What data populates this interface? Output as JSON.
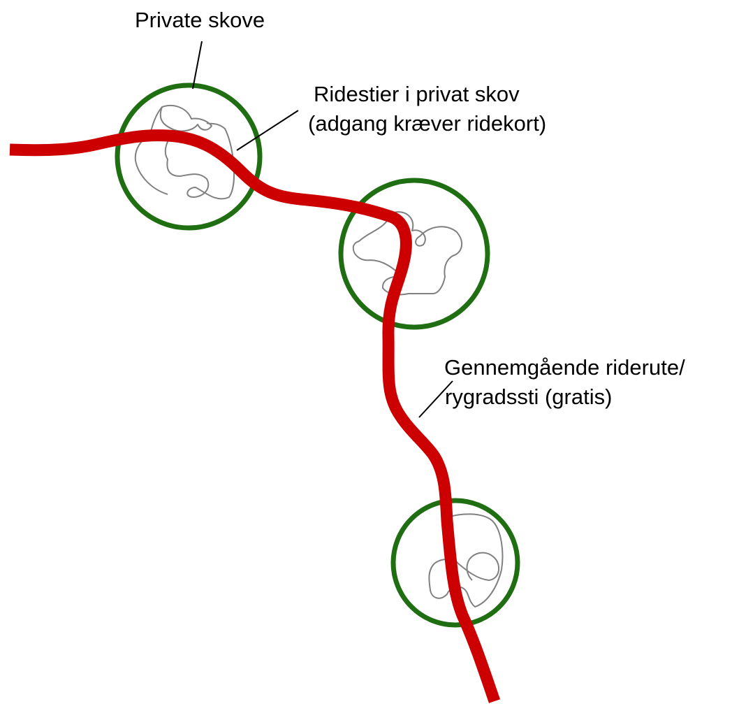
{
  "labels": {
    "private_forests": "Private skove",
    "forest_trails_line1": "Ridestier i privat skov",
    "forest_trails_line2": "(adgang kræver ridekort)",
    "through_route_line1": "Gennemgående riderute/",
    "through_route_line2": "rygradssti (gratis)"
  },
  "colors": {
    "forest_ring": "#1f6e12",
    "forest_trail": "#808080",
    "route": "#cc0000",
    "leader": "#000000",
    "background": "#ffffff"
  }
}
